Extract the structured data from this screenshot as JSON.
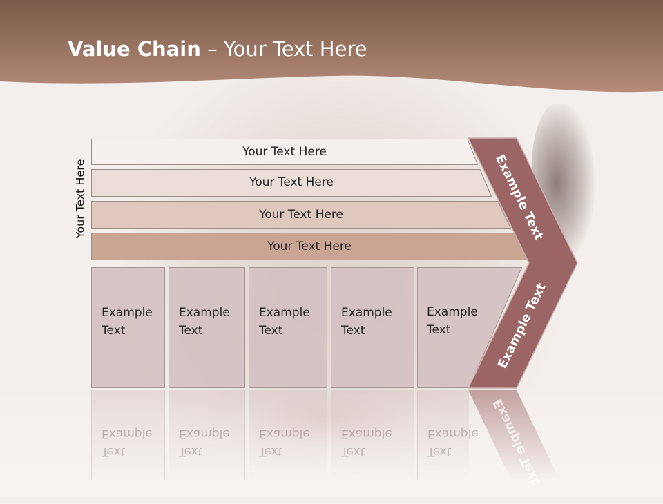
{
  "slide": {
    "title_bold": "Value Chain",
    "title_rest": " – Your Text Here",
    "side_label": "Your Text Here"
  },
  "rows": [
    {
      "label": "Your Text Here",
      "fill": "#f5efed"
    },
    {
      "label": "Your Text Here",
      "fill": "#ebddd8"
    },
    {
      "label": "Your Text Here",
      "fill": "#dfc8bd"
    },
    {
      "label": "Your Text Here",
      "fill": "#caa594"
    }
  ],
  "boxes": [
    {
      "line1": "Example",
      "line2": "Text"
    },
    {
      "line1": "Example",
      "line2": "Text"
    },
    {
      "line1": "Example",
      "line2": "Text"
    },
    {
      "line1": "Example",
      "line2": "Text"
    },
    {
      "line1": "Example",
      "line2": "Text"
    }
  ],
  "chevron": {
    "top_label": "Example Text",
    "bottom_label": "Example Text",
    "fill": "#9c6565"
  },
  "colors": {
    "header_top": "#7e5e4b",
    "header_bottom": "#b08676",
    "title_text": "#ffffff"
  }
}
